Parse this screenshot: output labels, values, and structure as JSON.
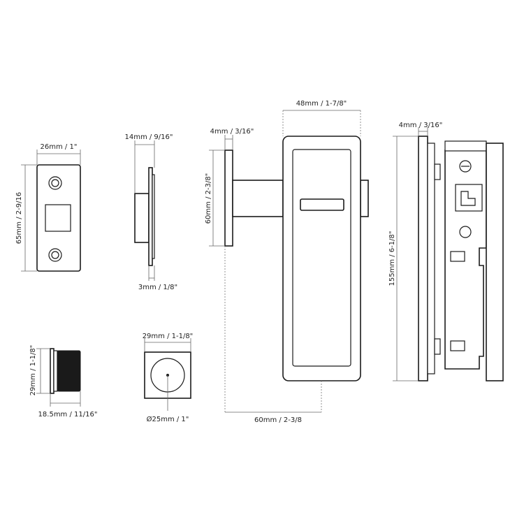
{
  "dimensions": {
    "strike_width": "26mm / 1\"",
    "strike_height": "65mm / 2-9/16",
    "latch_depth": "14mm / 9/16\"",
    "latch_plate": "3mm / 1/8\"",
    "rose_thickness": "4mm / 3/16\"",
    "rose_height": "60mm / 2-3/8\"",
    "pull_width": "48mm / 1-7/8\"",
    "backset": "60mm / 2-3/8",
    "body_thickness": "4mm / 3/16\"",
    "body_height": "155mm / 6-1/8\"",
    "cylinder_height": "29mm / 1-1/8\"",
    "cylinder_depth": "18.5mm / 11/16\"",
    "square_width": "29mm / 1-1/8\"",
    "round_diameter": "Ø25mm / 1\""
  }
}
